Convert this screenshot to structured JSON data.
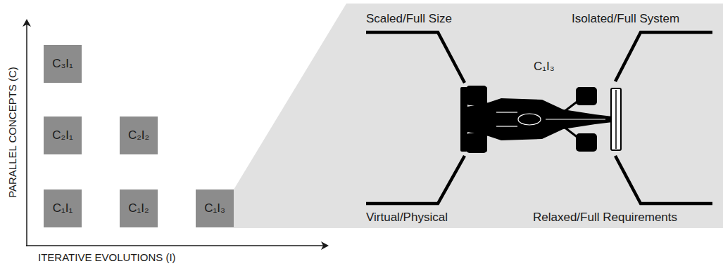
{
  "diagram": {
    "nodes": [
      {
        "text": [
          "C₃I₁"
        ]
      },
      {
        "text": [
          "C₂I₁"
        ]
      },
      {
        "text": [
          "C₂I₂"
        ]
      },
      {
        "text": [
          "C₁I₁"
        ]
      },
      {
        "text": [
          "C₁I₂"
        ]
      },
      {
        "text": [
          "C₁I₃"
        ]
      },
      {
        "text": [
          "Scaled/Full Size",
          "Isolated/Full System",
          "C₁I₃",
          "Virtual/Physical",
          "Relaxed/Full Requirements"
        ]
      }
    ],
    "labels": [
      "PARALLEL CONCEPTS (C)",
      "ITERATIVE EVOLUTIONS (I)"
    ]
  }
}
